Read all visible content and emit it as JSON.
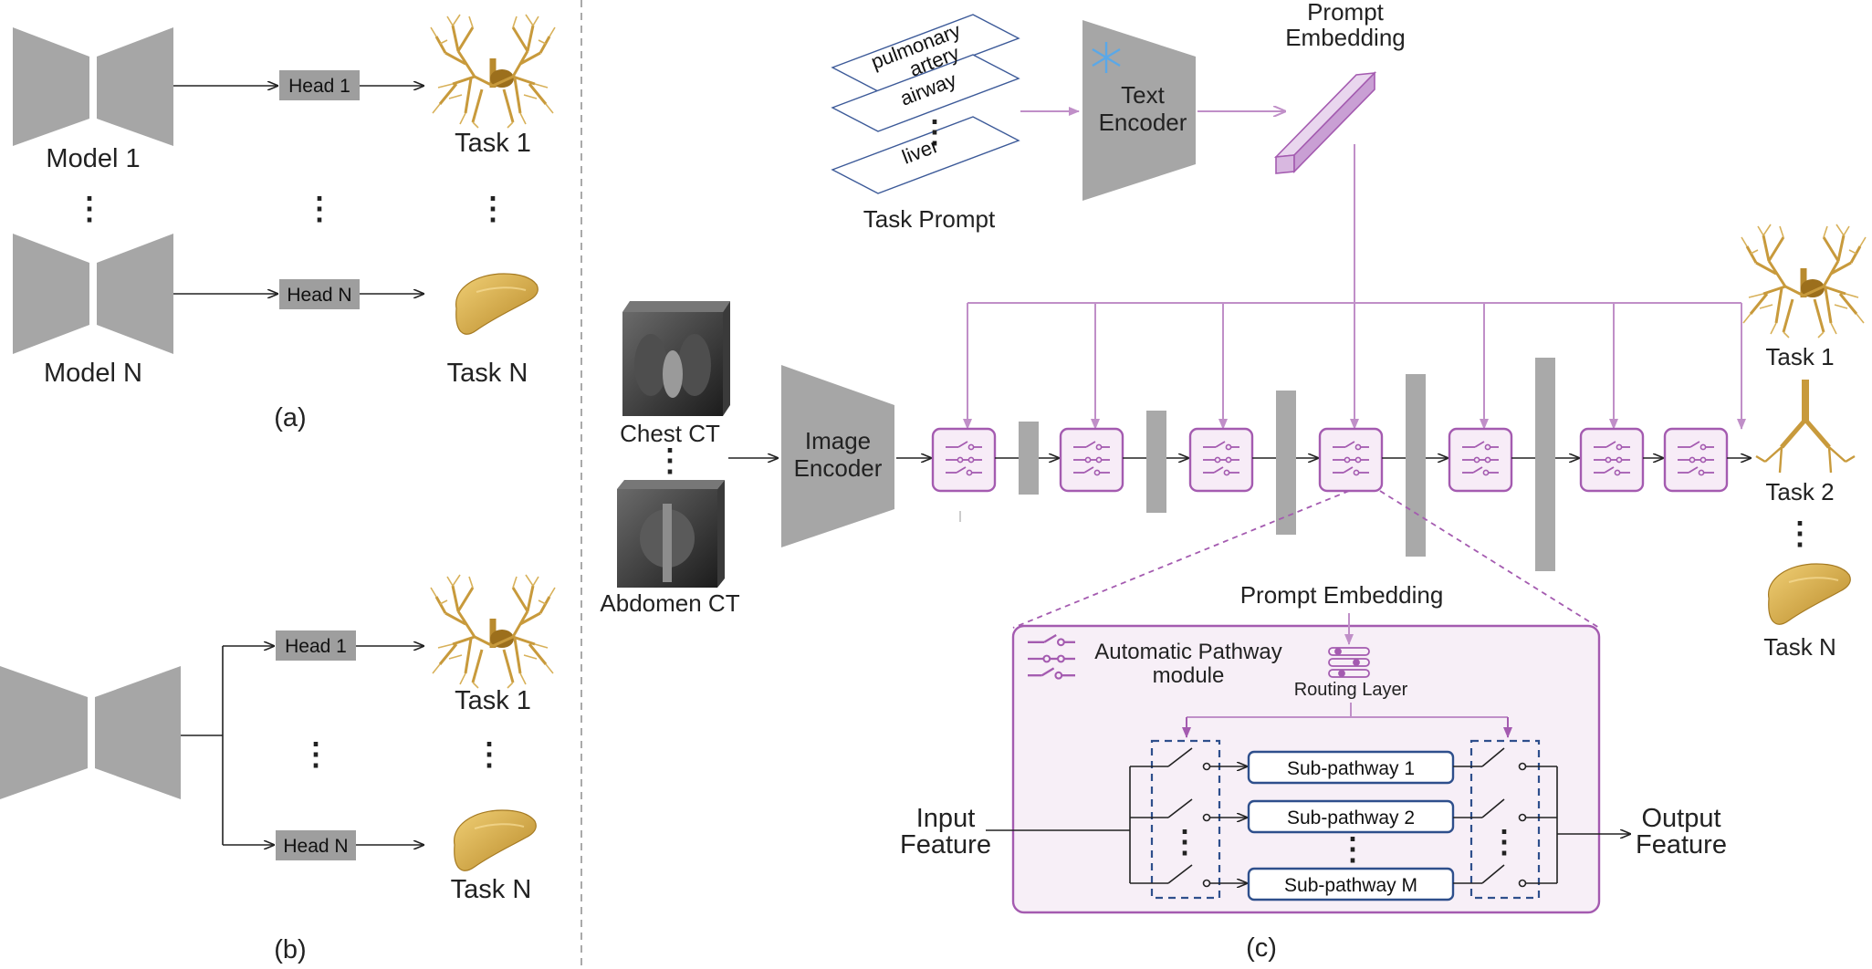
{
  "panel_a": {
    "model_1": "Model 1",
    "model_n": "Model N",
    "head_1": "Head 1",
    "head_n": "Head N",
    "task_1": "Task 1",
    "task_n": "Task N",
    "caption": "(a)"
  },
  "panel_b": {
    "head_1": "Head 1",
    "head_n": "Head N",
    "task_1": "Task 1",
    "task_n": "Task N",
    "caption": "(b)"
  },
  "panel_c": {
    "task_prompt_label": "Task Prompt",
    "prompts": [
      "pulmonary",
      "artery",
      "airway",
      "liver"
    ],
    "text_encoder": [
      "Text",
      "Encoder"
    ],
    "prompt_embedding": [
      "Prompt",
      "Embedding"
    ],
    "inputs": [
      "Chest CT",
      "Abdomen CT"
    ],
    "image_encoder": [
      "Image",
      "Encoder"
    ],
    "outputs": [
      "Task 1",
      "Task 2",
      "Task N"
    ],
    "caption": "(c)",
    "detail": {
      "prompt_embedding": "Prompt Embedding",
      "module_title": [
        "Automatic Pathway",
        "module"
      ],
      "routing_layer": "Routing Layer",
      "sub_pathways": [
        "Sub-pathway 1",
        "Sub-pathway 2",
        "Sub-pathway M"
      ],
      "input_feature": [
        "Input",
        "Feature"
      ],
      "output_feature": [
        "Output",
        "Feature"
      ]
    }
  },
  "colors": {
    "module_purple": "#a45bb0",
    "prompt_purple": "#c08fc8",
    "encoder_gray": "#a6a6a6",
    "subpathway_blue": "#2e4f8c",
    "organ_gold": "#d9b04a"
  },
  "icons": [
    "snowflake-icon",
    "switch-module-icon",
    "routing-layer-icon",
    "lung-airway-icon",
    "liver-icon",
    "trachea-icon",
    "ct-volume-icon"
  ]
}
